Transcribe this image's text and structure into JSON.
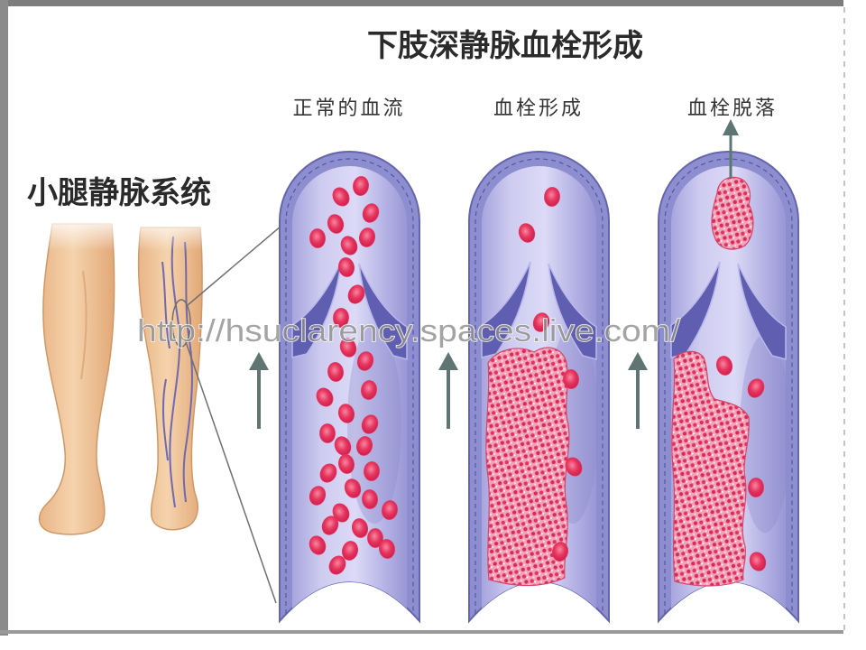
{
  "title": "下肢深静脉血栓形成",
  "leg_label": "小腿静脉系统",
  "panels": [
    {
      "label": "正常的血流"
    },
    {
      "label": "血栓形成"
    },
    {
      "label": "血栓脱落"
    }
  ],
  "watermark": "http://hsuclarency.spaces.live.com/",
  "colors": {
    "arrow": "#5f7574",
    "connector_line": "#707070",
    "blood_cell": "#e4335f",
    "vessel_wall": "#8d8ed0"
  }
}
